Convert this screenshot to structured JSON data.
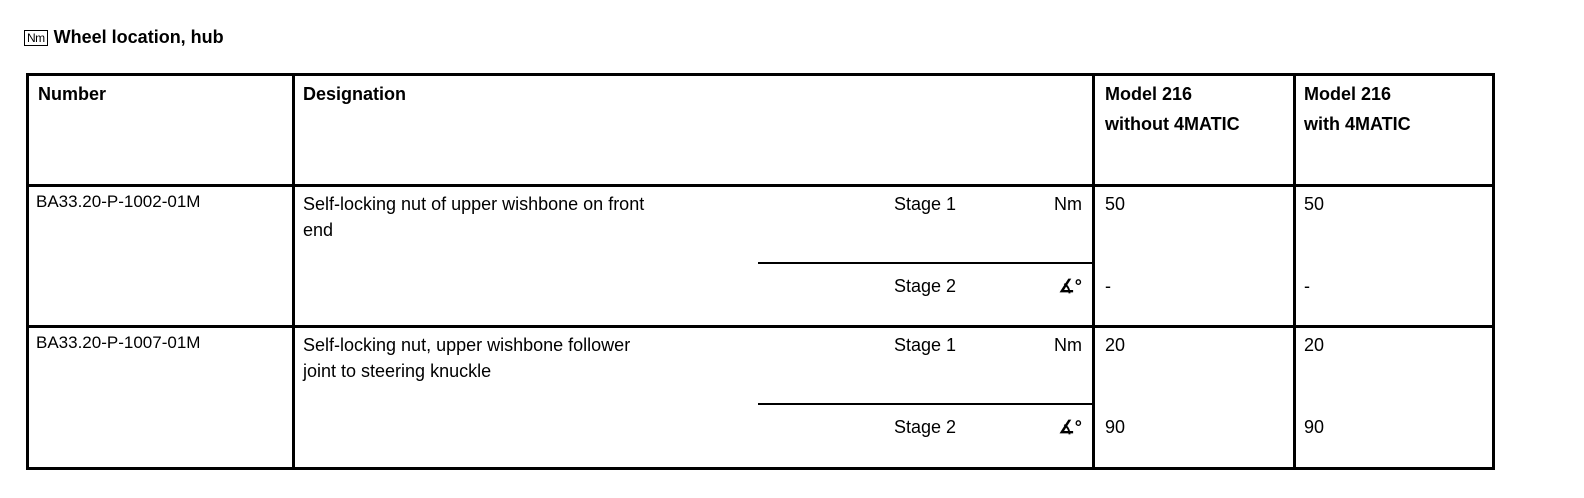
{
  "heading": {
    "icon_text": "Nm",
    "title": "Wheel location, hub"
  },
  "table": {
    "headers": {
      "number": "Number",
      "designation": "Designation",
      "col_model_a_line1": "Model 216",
      "col_model_a_line2": "without 4MATIC",
      "col_model_b_line1": "Model 216",
      "col_model_b_line2": "with 4MATIC"
    },
    "rows": [
      {
        "number": "BA33.20-P-1002-01M",
        "designation_line1": "Self-locking nut of upper wishbone on front",
        "designation_line2": "end",
        "stages": [
          {
            "stage": "Stage 1",
            "unit": "Nm",
            "without_4matic": "50",
            "with_4matic": "50"
          },
          {
            "stage": "Stage 2",
            "unit": "∡°",
            "without_4matic": "-",
            "with_4matic": "-"
          }
        ]
      },
      {
        "number": "BA33.20-P-1007-01M",
        "designation_line1": "Self-locking nut, upper wishbone follower",
        "designation_line2": "joint to steering knuckle",
        "stages": [
          {
            "stage": "Stage 1",
            "unit": "Nm",
            "without_4matic": "20",
            "with_4matic": "20"
          },
          {
            "stage": "Stage 2",
            "unit": "∡°",
            "without_4matic": "90",
            "with_4matic": "90"
          }
        ]
      }
    ]
  }
}
